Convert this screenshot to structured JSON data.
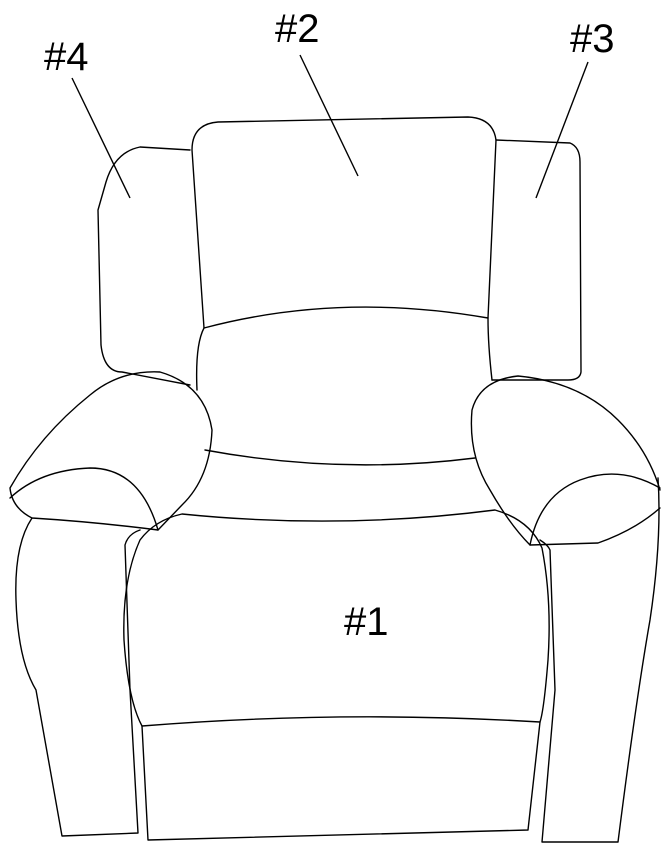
{
  "diagram": {
    "type": "recliner-chair-parts",
    "callouts": [
      {
        "label": "#1",
        "part": "seat-cushion"
      },
      {
        "label": "#2",
        "part": "headrest-cushion"
      },
      {
        "label": "#3",
        "part": "right-wing"
      },
      {
        "label": "#4",
        "part": "left-wing"
      }
    ],
    "line_color": "#000000",
    "background": "#ffffff"
  }
}
